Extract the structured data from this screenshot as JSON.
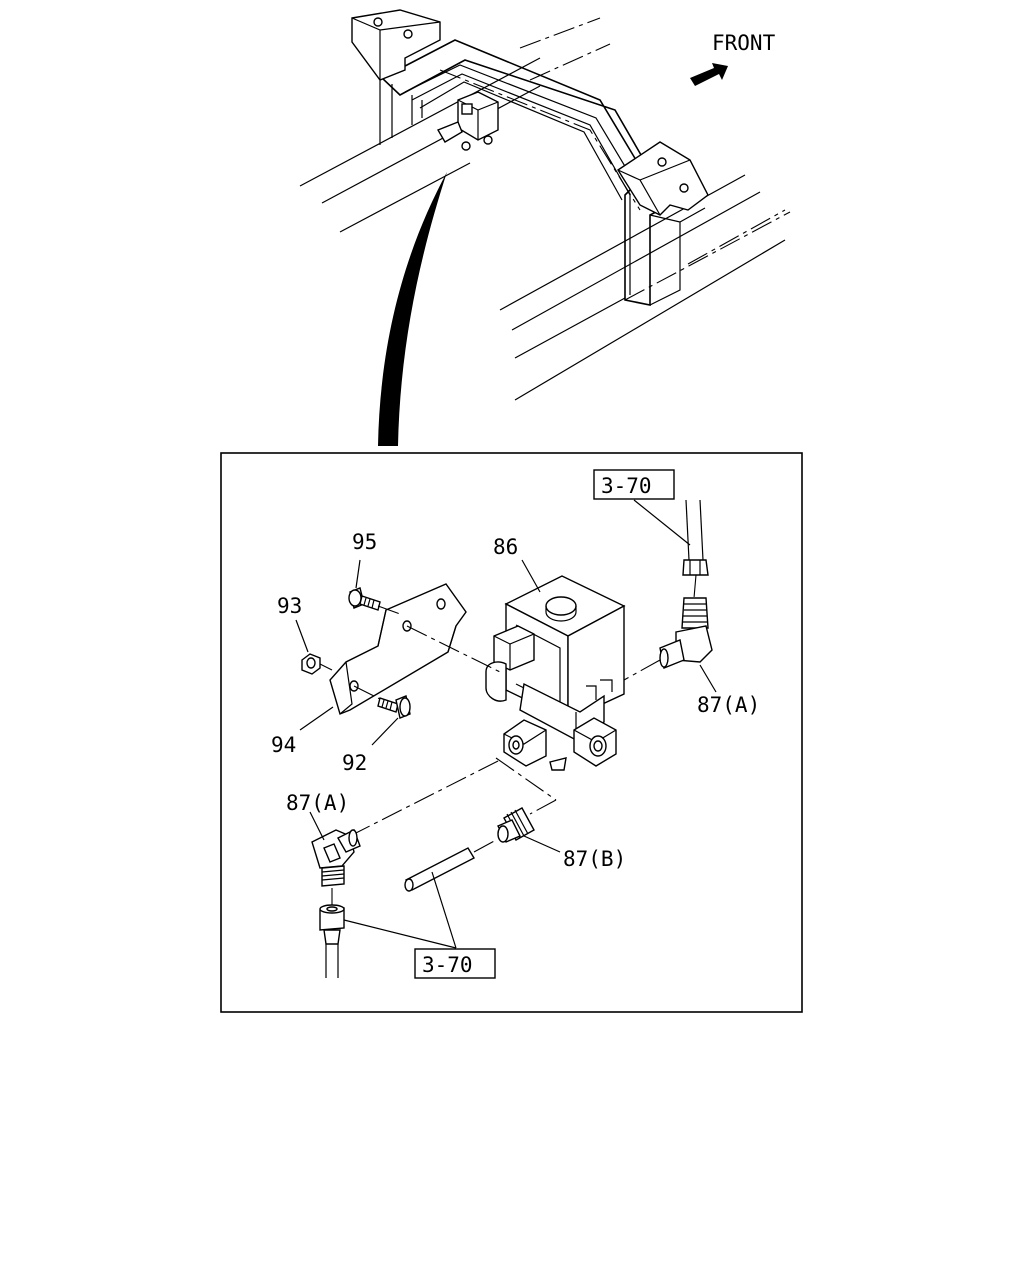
{
  "direction_label": "FRONT",
  "callouts": {
    "solenoid_valve": "86",
    "elbow_fitting_upper": "87(A)",
    "elbow_fitting_lower": "87(A)",
    "straight_fitting": "87(B)",
    "bolt_upper": "95",
    "nut": "93",
    "bracket": "94",
    "bolt_lower": "92",
    "ref_upper": "3-70",
    "ref_lower": "3-70"
  },
  "icons": [
    "front-arrow-icon"
  ]
}
